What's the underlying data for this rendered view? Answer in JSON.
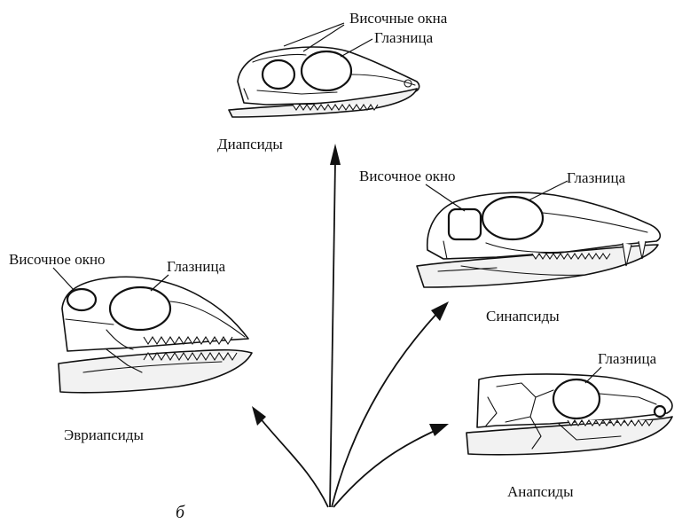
{
  "figure": {
    "panel_letter": "б"
  },
  "groups": {
    "diapsida": {
      "name": "Диапсиды",
      "label_temporal": "Височные окна",
      "label_orbit": "Глазница"
    },
    "synapsida": {
      "name": "Синапсиды",
      "label_temporal": "Височное окно",
      "label_orbit": "Глазница"
    },
    "euryapsida": {
      "name": "Эвриапсиды",
      "label_temporal": "Височное окно",
      "label_orbit": "Глазница"
    },
    "anapsida": {
      "name": "Анапсиды",
      "label_orbit": "Глазница"
    }
  }
}
